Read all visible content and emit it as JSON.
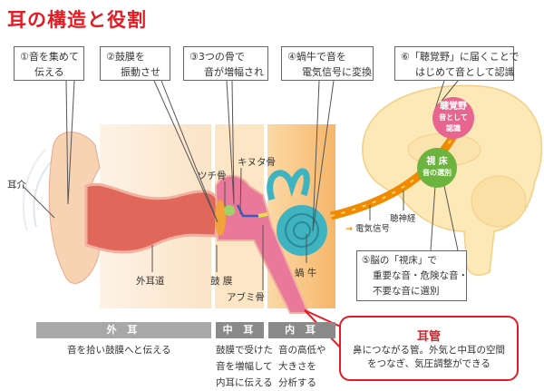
{
  "title": "耳の構造と役割",
  "callouts": [
    {
      "line1": "①音を集めて",
      "line2": "伝える"
    },
    {
      "line1": "②鼓膜を",
      "line2": "振動させ"
    },
    {
      "line1": "③3つの骨で",
      "line2": "音が増幅され"
    },
    {
      "line1": "④蝸牛で音を",
      "line2": "電気信号に変換"
    },
    {
      "line1": "⑥「聴覚野」に届くことで",
      "line2": "はじめて音として認識"
    }
  ],
  "ear_labels": {
    "pinna": "耳介",
    "ear_canal": "外耳道",
    "eardrum": "鼓 膜",
    "malleus": "ツチ骨",
    "incus": "キヌタ骨",
    "stapes": "アブミ骨",
    "cochlea": "蝸 牛"
  },
  "brain": {
    "auditory_cortex": {
      "name": "聴覚野",
      "sub1": "音として",
      "sub2": "認識",
      "color": "#e8658f"
    },
    "thalamus": {
      "name": "視 床",
      "sub": "音の選別",
      "color": "#6cb33f"
    },
    "nerve_label": "聴神経",
    "signal_label": "電気信号",
    "signal_color": "#f08a00",
    "step5": {
      "line1": "⑤脳の「視床」で",
      "line2": "重要な音・危険な音・",
      "line3": "不要な音に選別"
    }
  },
  "sections": [
    {
      "name": "外 耳",
      "desc": [
        "音を拾い鼓膜へと伝える"
      ]
    },
    {
      "name": "中 耳",
      "desc": [
        "鼓膜で受けた",
        "音を増幅して",
        "内耳に伝える"
      ]
    },
    {
      "name": "内 耳",
      "desc": [
        "音の高低や",
        "大きさを",
        "分析する"
      ]
    }
  ],
  "eustachian": {
    "title": "耳管",
    "line1": "鼻につながる管。外気と中耳の空間",
    "line2": "をつなぎ、気圧調整ができる"
  }
}
